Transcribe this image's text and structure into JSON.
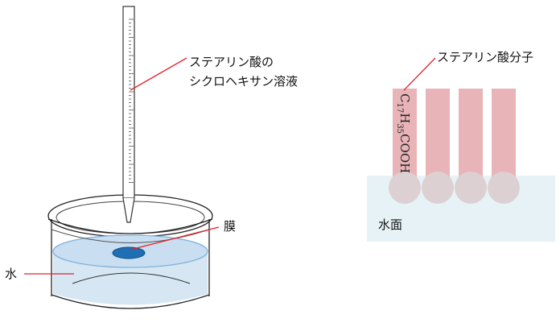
{
  "left_diagram": {
    "solution_label_line1": "ステアリン酸の",
    "solution_label_line2": "シクロヘキサン溶液",
    "film_label": "膜",
    "water_label": "水"
  },
  "right_diagram": {
    "molecule_label": "ステアリン酸分子",
    "formula_parts": {
      "c": "C",
      "c_sub": "17",
      "h": "H",
      "h_sub": "35",
      "tail": "COOH"
    },
    "surface_label": "水面",
    "molecule_count": 4
  },
  "colors": {
    "molecule_body": "#e8b4b8",
    "molecule_head": "#ddd0d2",
    "water_surface": "#e7f2f6",
    "film": "#1f6fb5",
    "leader_line": "#e0242c"
  }
}
